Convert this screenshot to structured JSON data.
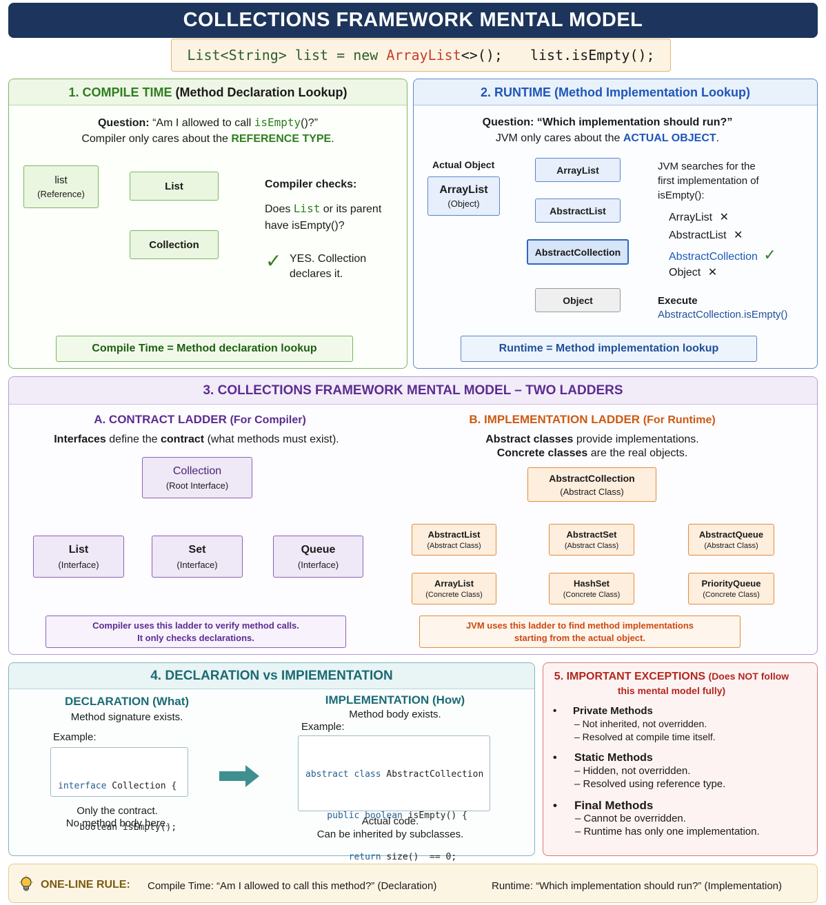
{
  "title": "COLLECTIONS FRAMEWORK MENTAL MODEL",
  "code_line": {
    "part1": "List<String> list = new ",
    "part2": "ArrayList",
    "part3": "<>();",
    "part4": "list.isEmpty();"
  },
  "colors": {
    "navy": "#1d355c",
    "green": "#2f7d1f",
    "blue": "#1f56b8",
    "purple": "#5b2c91",
    "orange": "#cc5a12",
    "teal": "#1b6b73",
    "red": "#b3261e"
  },
  "compile": {
    "heading_num": "1. COMPILE TIME",
    "heading_sub": "(Method Declaration Lookup)",
    "question_label": "Question:",
    "question_pre": " “Am I allowed to call ",
    "question_code": "isEmpty",
    "question_post": "()?”",
    "line2_pre": "Compiler only cares about the ",
    "line2_hl": "REFERENCE TYPE",
    "line2_post": ".",
    "node_list": "list",
    "node_list_sub": "(Reference)",
    "node_List": "List",
    "node_collection": "Collection",
    "checks_title": "Compiler checks:",
    "checks_pre": "Does ",
    "checks_code": "List",
    "checks_post": " or its parent",
    "checks_line2": "have isEmpty()?",
    "check_icon": "✓",
    "yes_line1": "YES. Collection",
    "yes_line2": "declares it.",
    "footer": "Compile Time = Method declaration lookup"
  },
  "runtime": {
    "heading_num": "2. RUNTIME",
    "heading_sub": "(Method Implementation Lookup)",
    "question_label": "Question:",
    "question_text": " “Which implementation should run?”",
    "line2_pre": "JVM only cares about the ",
    "line2_hl": "ACTUAL OBJECT",
    "line2_post": ".",
    "actual_label": "Actual Object",
    "obj_name": "ArrayList",
    "obj_sub": "(Object)",
    "chain": [
      "ArrayList",
      "AbstractList",
      "AbstractCollection",
      "Object"
    ],
    "search_line1": "JVM searches for the",
    "search_line2": "first implementation of",
    "search_line3": "isEmpty():",
    "results": [
      {
        "name": "ArrayList",
        "mark": "✕"
      },
      {
        "name": "AbstractList",
        "mark": "✕"
      },
      {
        "name": "AbstractCollection",
        "mark": "✓"
      },
      {
        "name": "Object",
        "mark": "✕"
      }
    ],
    "execute_label": "Execute",
    "execute_value": "AbstractCollection.isEmpty()",
    "footer": "Runtime = Method implementation lookup"
  },
  "ladders": {
    "heading": "3. COLLECTIONS FRAMEWORK MENTAL MODEL – TWO LADDERS",
    "contract": {
      "title": "A. CONTRACT LADDER",
      "title_sub": "(For Compiler)",
      "desc_b1": "Interfaces",
      "desc_1": " define the ",
      "desc_b2": "contract",
      "desc_2": " (what methods must exist).",
      "root": "Collection",
      "root_sub": "(Root Interface)",
      "children": [
        {
          "name": "List",
          "sub": "(Interface)"
        },
        {
          "name": "Set",
          "sub": "(Interface)"
        },
        {
          "name": "Queue",
          "sub": "(Interface)"
        }
      ],
      "note_line1": "Compiler uses this ladder to verify method calls.",
      "note_line2": "It only checks declarations."
    },
    "impl": {
      "title": "B. IMPLEMENTATION LADDER",
      "title_sub": "(For Runtime)",
      "desc_b1": "Abstract classes",
      "desc_1": " provide implementations.",
      "desc_b2": "Concrete classes",
      "desc_2": " are the real objects.",
      "root": "AbstractCollection",
      "root_sub": "(Abstract Class)",
      "abstracts": [
        {
          "name": "AbstractList",
          "sub": "(Abstract Class)"
        },
        {
          "name": "AbstractSet",
          "sub": "(Abstract Class)"
        },
        {
          "name": "AbstractQueue",
          "sub": "(Abstract Class)"
        }
      ],
      "concretes": [
        {
          "name": "ArrayList",
          "sub": "(Concrete Class)"
        },
        {
          "name": "HashSet",
          "sub": "(Concrete Class)"
        },
        {
          "name": "PriorityQueue",
          "sub": "(Concrete Class)"
        }
      ],
      "note_line1": "JVM uses this ladder to find method implementations",
      "note_line2": "starting from the actual object."
    }
  },
  "decl": {
    "heading": "4. DECLARATION vs IMPIEMENTATION",
    "left_title": "DECLARATION (What)",
    "left_desc": "Method signature exists.",
    "left_example": "Example:",
    "left_code": [
      {
        "kw": "interface",
        "rest": " Collection {"
      },
      {
        "kw": "",
        "rest": "    boolean isEmpty();"
      },
      {
        "kw": "",
        "rest": "}"
      }
    ],
    "left_foot1": "Only the contract.",
    "left_foot2": "No method body here.",
    "right_title": "IMPLEMENTATION (How)",
    "right_desc": "Method body exists.",
    "right_example": "Example:",
    "right_code": [
      {
        "kw": "abstract class",
        "rest": " AbstractCollection"
      },
      {
        "kw": "    public boolean",
        "rest": " isEmpty() {"
      },
      {
        "kw": "        return",
        "rest": " size()  == 0;"
      },
      {
        "kw": "",
        "rest": "    }"
      },
      {
        "kw": "",
        "rest": "}"
      }
    ],
    "right_foot1": "Actual code.",
    "right_foot2": "Can be inherited by subclasses."
  },
  "exceptions": {
    "heading1": "5. IMPORTANT EXCEPTIONS",
    "heading1_sub": "(Does NOT follow",
    "heading2": "this mental model fully)",
    "bullet": "•",
    "items": [
      {
        "title": "Private Methods",
        "l1": "– Not inherited, not overridden.",
        "l2": "– Resolved at compile time itself."
      },
      {
        "title": "Static Methods",
        "l1": "– Hidden, not overridden.",
        "l2": "– Resolved using reference type."
      },
      {
        "title": "Final Methods",
        "l1": "– Cannot be overridden.",
        "l2": "– Runtime has only one implementation."
      }
    ]
  },
  "rule": {
    "icon": "lightbulb-icon",
    "label": "ONE-LINE RULE:",
    "left": "Compile Time: “Am I allowed to call this method?” (Declaration)",
    "right": "Runtime: “Which implementation should run?” (Implementation)"
  }
}
